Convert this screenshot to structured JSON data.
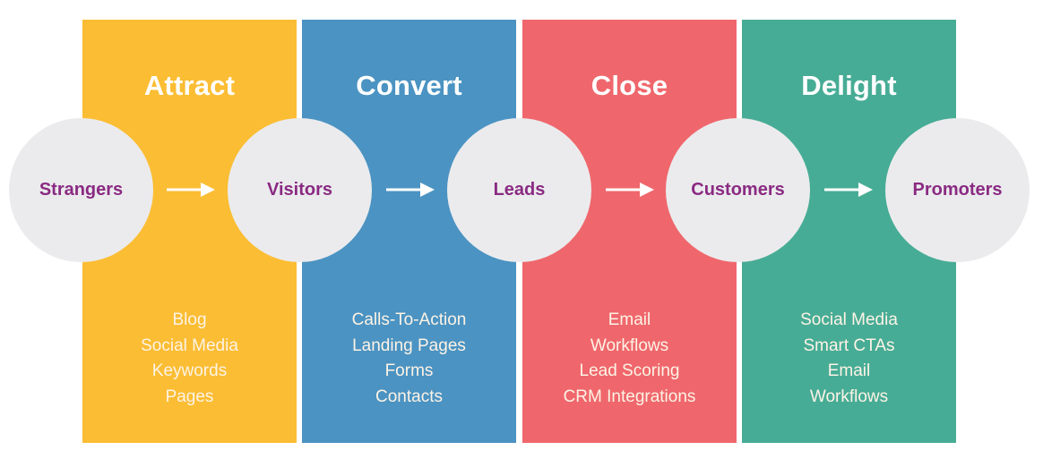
{
  "stages": [
    {
      "title": "Attract",
      "color": "#fbbd33",
      "items": [
        "Blog",
        "Social Media",
        "Keywords",
        "Pages"
      ]
    },
    {
      "title": "Convert",
      "color": "#4b93c2",
      "items": [
        "Calls-To-Action",
        "Landing Pages",
        "Forms",
        "Contacts"
      ]
    },
    {
      "title": "Close",
      "color": "#ef676c",
      "items": [
        "Email",
        "Workflows",
        "Lead Scoring",
        "CRM Integrations"
      ]
    },
    {
      "title": "Delight",
      "color": "#47ac95",
      "items": [
        "Social Media",
        "Smart CTAs",
        "Email",
        "Workflows"
      ]
    }
  ],
  "audiences": [
    "Strangers",
    "Visitors",
    "Leads",
    "Customers",
    "Promoters"
  ],
  "colors": {
    "circle": "#ebebed",
    "circle_text": "#8a2a82",
    "arrow": "#ffffff"
  }
}
